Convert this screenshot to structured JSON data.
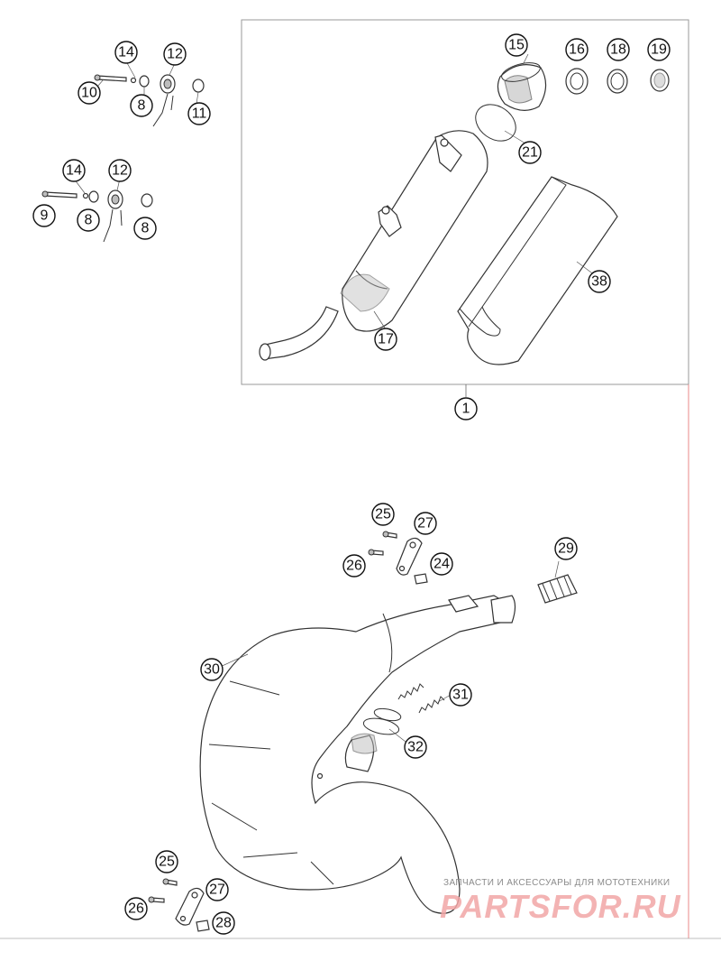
{
  "callouts": {
    "c14a": "14",
    "c12a": "12",
    "c10": "10",
    "c8a": "8",
    "c11": "11",
    "c14b": "14",
    "c12b": "12",
    "c9": "9",
    "c8b": "8",
    "c8c": "8",
    "c15": "15",
    "c16": "16",
    "c18": "18",
    "c19": "19",
    "c21": "21",
    "c17": "17",
    "c38": "38",
    "c1": "1",
    "c25a": "25",
    "c27a": "27",
    "c26a": "26",
    "c24": "24",
    "c29": "29",
    "c30": "30",
    "c31": "31",
    "c32": "32",
    "c25b": "25",
    "c27b": "27",
    "c26b": "26",
    "c28": "28"
  },
  "watermark": {
    "tagline": "ЗАПЧАСТИ И АКСЕССУАРЫ ДЛЯ МОТОТЕХНИКИ",
    "logo": "PARTSFOR.RU"
  },
  "colors": {
    "line": "#333333",
    "frame": "#999999",
    "accent_line": "#e88a8a",
    "watermark": "#f2a6a6"
  }
}
